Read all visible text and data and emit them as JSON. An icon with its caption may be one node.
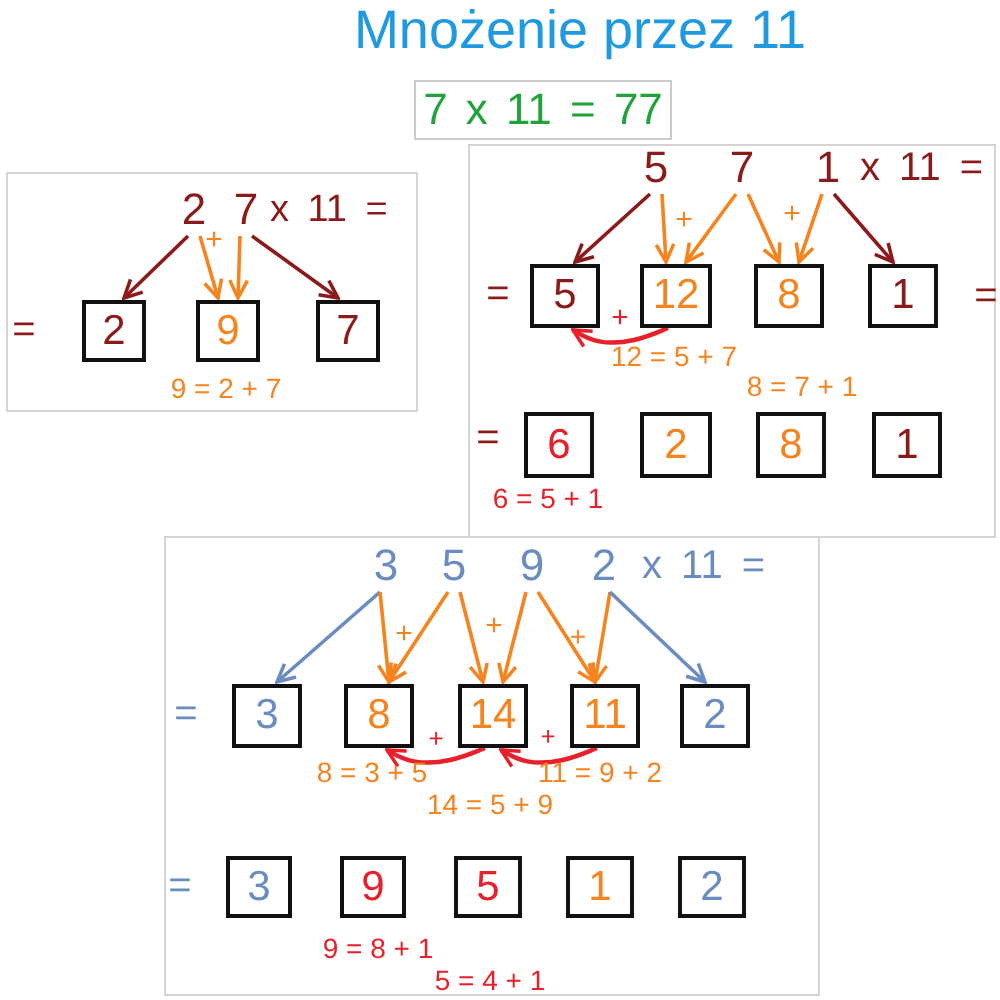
{
  "diagram": {
    "title": "Mnożenie przez 11",
    "nodes": [
      {
        "text": [],
        "shape": "box"
      },
      {
        "text": [
          "2"
        ],
        "in": 0
      },
      {
        "text": [
          "7"
        ],
        "in": 0
      },
      {
        "text": [
          "2"
        ],
        "in": 0
      },
      {
        "text": [
          "9"
        ],
        "in": 0
      },
      {
        "text": [
          "7"
        ],
        "in": 0
      },
      {
        "text": [],
        "shape": "box"
      },
      {
        "text": [
          "5"
        ],
        "in": 6
      },
      {
        "text": [
          "7"
        ],
        "in": 6
      },
      {
        "text": [
          "1"
        ],
        "in": 6
      },
      {
        "text": [
          "5"
        ],
        "in": 6
      },
      {
        "text": [
          "12"
        ],
        "in": 6
      },
      {
        "text": [
          "8"
        ],
        "in": 6
      },
      {
        "text": [
          "1"
        ],
        "in": 6
      },
      {
        "text": [
          "6"
        ],
        "in": 6
      },
      {
        "text": [
          "2"
        ],
        "in": 6
      },
      {
        "text": [
          "8"
        ],
        "in": 6
      },
      {
        "text": [
          "1"
        ],
        "in": 6
      },
      {
        "text": [],
        "shape": "box"
      },
      {
        "text": [
          "3"
        ],
        "in": 18
      },
      {
        "text": [
          "5"
        ],
        "in": 18
      },
      {
        "text": [
          "9"
        ],
        "in": 18
      },
      {
        "text": [
          "2"
        ],
        "in": 18
      },
      {
        "text": [
          "3"
        ],
        "in": 18
      },
      {
        "text": [
          "8"
        ],
        "in": 18
      },
      {
        "text": [
          "14"
        ],
        "in": 18
      },
      {
        "text": [
          "11"
        ],
        "in": 18
      },
      {
        "text": [
          "2"
        ],
        "in": 18
      },
      {
        "text": [
          "3"
        ],
        "in": 18
      },
      {
        "text": [
          "9"
        ],
        "in": 18
      },
      {
        "text": [
          "5"
        ],
        "in": 18
      },
      {
        "text": [
          "1"
        ],
        "in": 18
      },
      {
        "text": [
          "2"
        ],
        "in": 18
      },
      {
        "text": [
          "7 x 11 = 77"
        ]
      }
    ],
    "edges": [
      {
        "from": 1,
        "to": 3,
        "arrow": "to",
        "color": "#8b1a1a"
      },
      {
        "from": 1,
        "to": 4,
        "arrow": "to"
      },
      {
        "from": 2,
        "to": 4,
        "arrow": "to"
      },
      {
        "from": 2,
        "to": 5,
        "arrow": "to",
        "color": "#8b1a1a"
      },
      {
        "from": 7,
        "to": 10,
        "arrow": "to",
        "color": "#8b1a1a"
      },
      {
        "from": 7,
        "to": 11,
        "arrow": "to"
      },
      {
        "from": 8,
        "to": 11,
        "arrow": "to"
      },
      {
        "from": 8,
        "to": 12,
        "arrow": "to"
      },
      {
        "from": 9,
        "to": 12,
        "arrow": "to"
      },
      {
        "from": 9,
        "to": 13,
        "arrow": "to",
        "color": "#8b1a1a"
      },
      {
        "from": 11,
        "to": 10,
        "arrow": "to",
        "color": "#e8202a"
      },
      {
        "from": 19,
        "to": 23,
        "arrow": "to",
        "color": "#6a8cc0"
      },
      {
        "from": 19,
        "to": 24,
        "arrow": "to"
      },
      {
        "from": 20,
        "to": 24,
        "arrow": "to"
      },
      {
        "from": 20,
        "to": 25,
        "arrow": "to"
      },
      {
        "from": 21,
        "to": 25,
        "arrow": "to"
      },
      {
        "from": 21,
        "to": 26,
        "arrow": "to"
      },
      {
        "from": 22,
        "to": 26,
        "arrow": "to"
      },
      {
        "from": 22,
        "to": 27,
        "arrow": "to",
        "color": "#6a8cc0"
      },
      {
        "from": 25,
        "to": 24,
        "arrow": "to",
        "color": "#e8202a"
      },
      {
        "from": 26,
        "to": 25,
        "arrow": "to",
        "color": "#e8202a"
      }
    ],
    "labels": [
      "x 11 =",
      "=",
      "+",
      "9 = 2 + 7",
      "x 11 =",
      "+",
      "+",
      "=",
      "=",
      "+",
      "12 = 5 + 7",
      "8 = 7 + 1",
      "=",
      "6 = 5 + 1",
      "x 11 =",
      "+",
      "+",
      "+",
      "=",
      "+",
      "+",
      "8 = 3 + 5",
      "11 = 9 + 2",
      "14 = 5 + 9",
      "=",
      "9 = 8 + 1",
      "5 = 4 + 1"
    ]
  }
}
